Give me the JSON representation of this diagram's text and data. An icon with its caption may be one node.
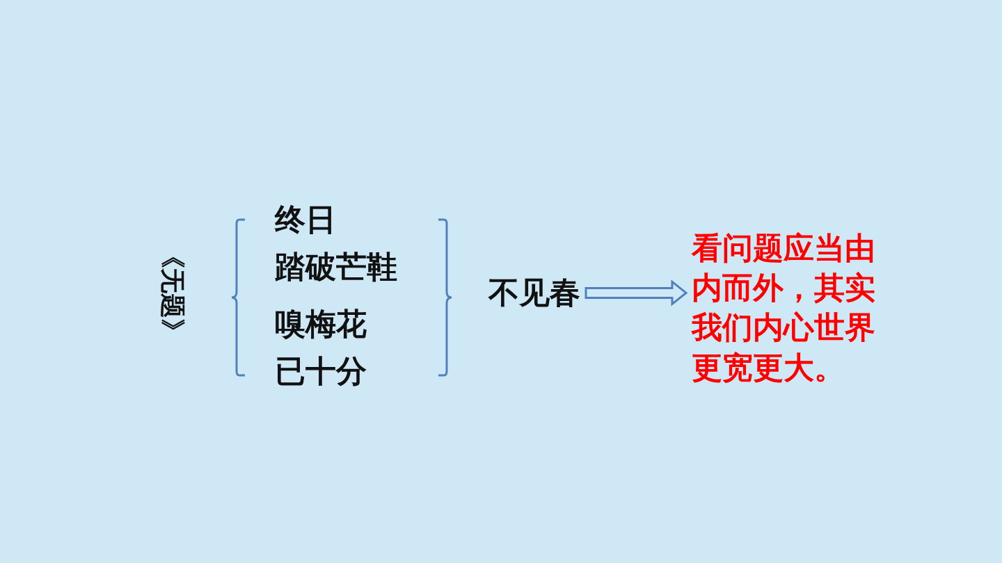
{
  "diagram": {
    "nodes": [
      {
        "text": [
          "《无题》"
        ]
      },
      {
        "text": [
          "终日"
        ]
      },
      {
        "text": [
          "踏破芒鞋"
        ]
      },
      {
        "text": [
          "嗅梅花"
        ]
      },
      {
        "text": [
          "已十分"
        ]
      },
      {
        "text": [
          "不见春"
        ]
      },
      {
        "text": [
          "看问题应当由内而外，其实我们内心世界更宽更大。"
        ]
      }
    ],
    "edges": [
      {
        "from": 5,
        "to": 6,
        "arrow": "to"
      }
    ]
  }
}
